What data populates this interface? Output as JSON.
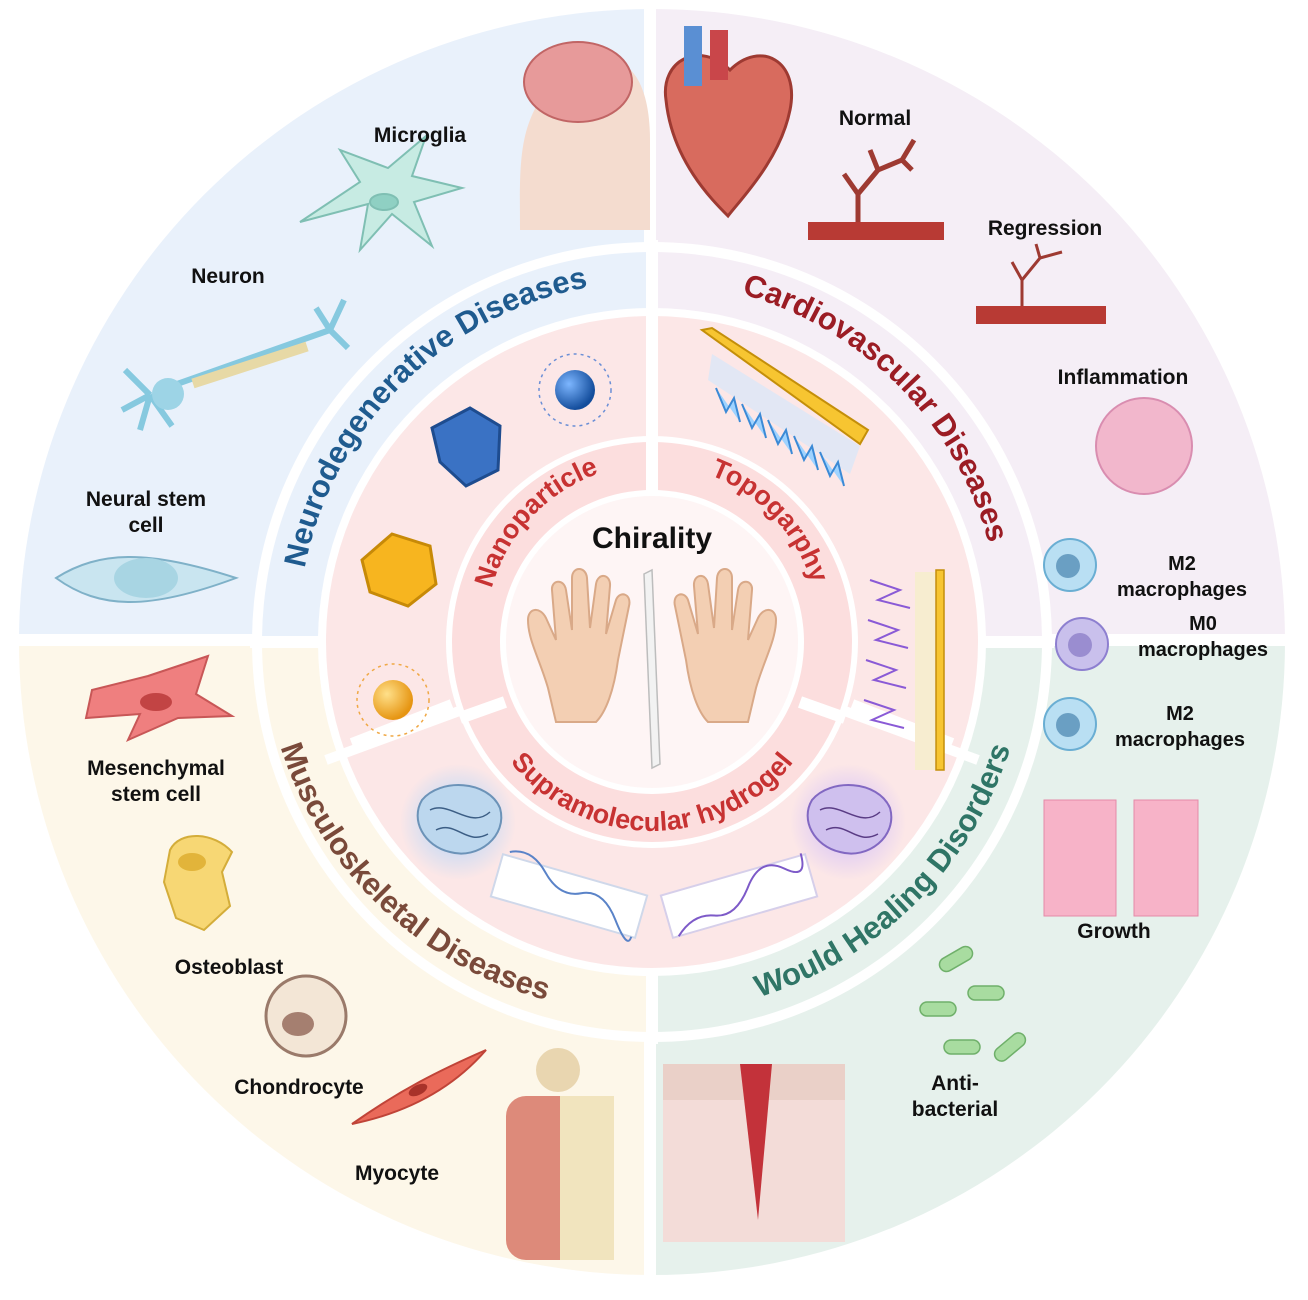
{
  "center": {
    "title": "Chirality"
  },
  "inner_ring": {
    "nanoparticle": "Nanoparticle",
    "topography": "Topogarphy",
    "hydrogel": "Supramolecular hydrogel"
  },
  "middle_ring": {
    "neuro": "Neurodegenerative Diseases",
    "cardio": "Cardiovascular Diseases",
    "musculo": "Musculoskeletal Diseases",
    "wound": "Would Healing Disorders"
  },
  "neuro_quadrant": {
    "microglia": "Microglia",
    "neuron": "Neuron",
    "neural_stem_1": "Neural stem",
    "neural_stem_2": "cell"
  },
  "cardio_quadrant": {
    "normal": "Normal",
    "regression": "Regression",
    "inflammation": "Inflammation"
  },
  "wound_quadrant": {
    "m2_top_1": "M2",
    "m2_top_2": "macrophages",
    "m0_1": "M0",
    "m0_2": "macrophages",
    "m2_bottom_1": "M2",
    "m2_bottom_2": "macrophages",
    "growth": "Growth",
    "anti_1": "Anti-",
    "anti_2": "bacterial"
  },
  "musculo_quadrant": {
    "msc_1": "Mesenchymal",
    "msc_2": "stem cell",
    "osteoblast": "Osteoblast",
    "chondrocyte": "Chondrocyte",
    "myocyte": "Myocyte"
  },
  "colors": {
    "neuro_bg": "#e9f1fb",
    "cardio_bg": "#f5eef6",
    "musculo_bg": "#fdf7e9",
    "wound_bg": "#e6f1ec",
    "ring_bg": "#fce7e7",
    "neuro_title": "#1f5b8f",
    "cardio_title": "#9b1c24",
    "musculo_title": "#7a4a3a",
    "wound_title": "#2f7566",
    "method_title": "#c73232"
  }
}
